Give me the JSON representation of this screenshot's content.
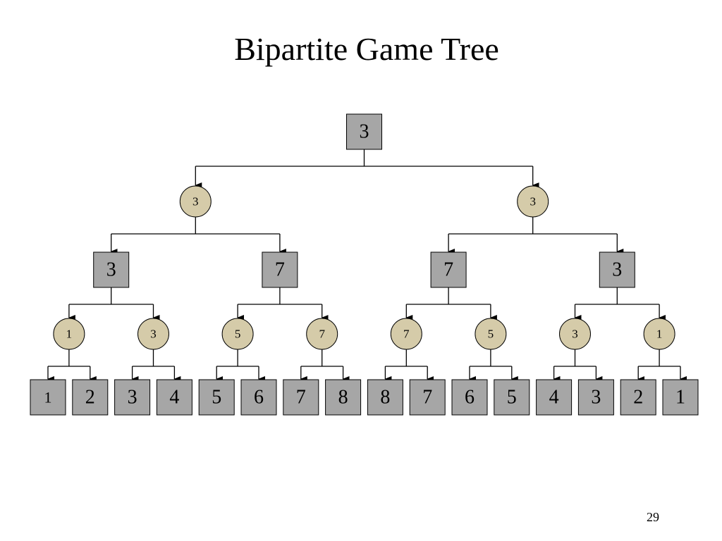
{
  "slide": {
    "title": "Bipartite Game Tree",
    "page_number": "29"
  },
  "colors": {
    "max_node_fill": "#a6a6a6",
    "min_node_fill": "#d5cba9",
    "stroke": "#000000"
  },
  "tree": {
    "value": "3",
    "kind": "square",
    "children": [
      {
        "value": "3",
        "kind": "circle",
        "children": [
          {
            "value": "3",
            "kind": "square",
            "children": [
              {
                "value": "1",
                "kind": "circle",
                "children": [
                  {
                    "value": "1",
                    "kind": "square"
                  },
                  {
                    "value": "2",
                    "kind": "square"
                  }
                ]
              },
              {
                "value": "3",
                "kind": "circle",
                "children": [
                  {
                    "value": "3",
                    "kind": "square"
                  },
                  {
                    "value": "4",
                    "kind": "square"
                  }
                ]
              }
            ]
          },
          {
            "value": "7",
            "kind": "square",
            "children": [
              {
                "value": "5",
                "kind": "circle",
                "children": [
                  {
                    "value": "5",
                    "kind": "square"
                  },
                  {
                    "value": "6",
                    "kind": "square"
                  }
                ]
              },
              {
                "value": "7",
                "kind": "circle",
                "children": [
                  {
                    "value": "7",
                    "kind": "square"
                  },
                  {
                    "value": "8",
                    "kind": "square"
                  }
                ]
              }
            ]
          }
        ]
      },
      {
        "value": "3",
        "kind": "circle",
        "children": [
          {
            "value": "7",
            "kind": "square",
            "children": [
              {
                "value": "7",
                "kind": "circle",
                "children": [
                  {
                    "value": "8",
                    "kind": "square"
                  },
                  {
                    "value": "7",
                    "kind": "square"
                  }
                ]
              },
              {
                "value": "5",
                "kind": "circle",
                "children": [
                  {
                    "value": "6",
                    "kind": "square"
                  },
                  {
                    "value": "5",
                    "kind": "square"
                  }
                ]
              }
            ]
          },
          {
            "value": "3",
            "kind": "square",
            "children": [
              {
                "value": "3",
                "kind": "circle",
                "children": [
                  {
                    "value": "4",
                    "kind": "square"
                  },
                  {
                    "value": "3",
                    "kind": "square"
                  }
                ]
              },
              {
                "value": "1",
                "kind": "circle",
                "children": [
                  {
                    "value": "2",
                    "kind": "square"
                  },
                  {
                    "value": "1",
                    "kind": "square"
                  }
                ]
              }
            ]
          }
        ]
      }
    ]
  }
}
